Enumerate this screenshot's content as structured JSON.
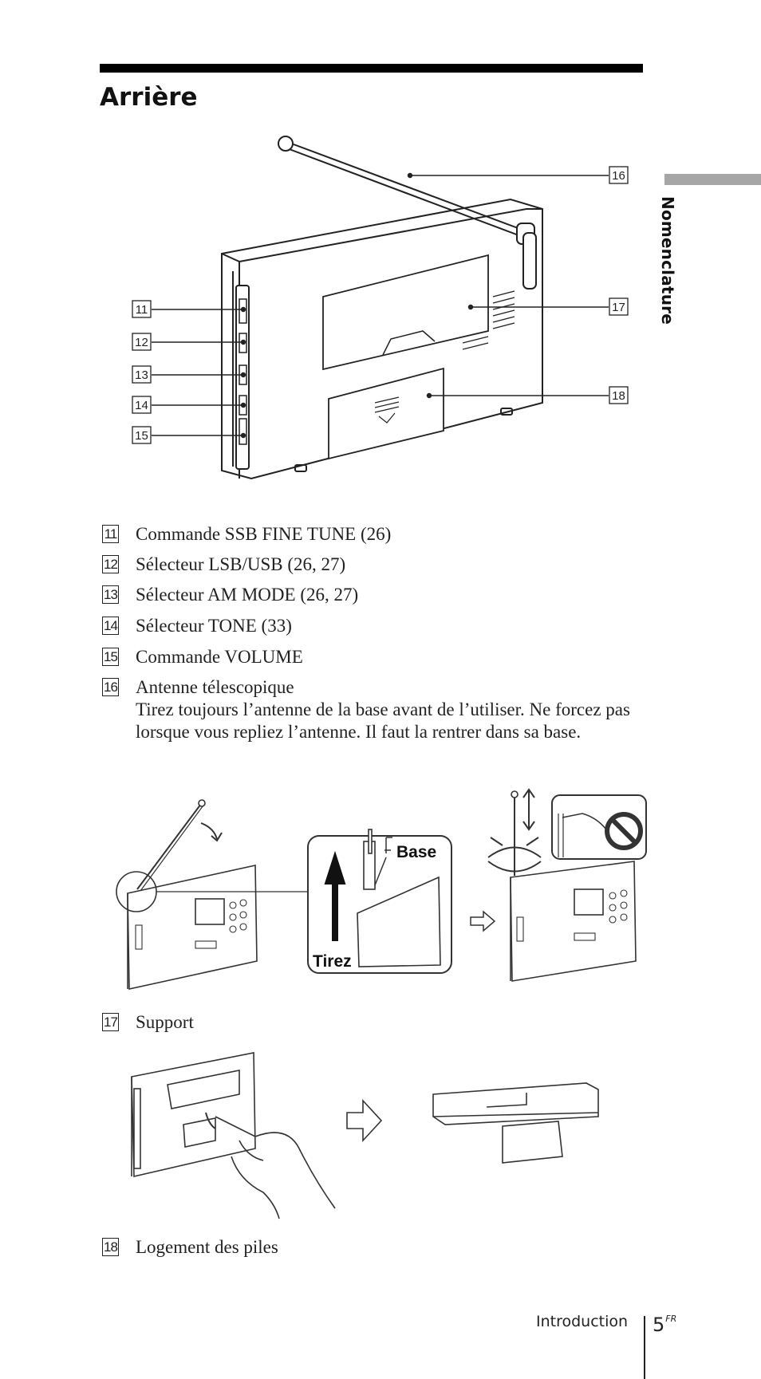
{
  "header": {
    "title": "Arrière"
  },
  "sidebar": {
    "label": "Nomenclature"
  },
  "diagram_rear": {
    "callouts": [
      "11",
      "12",
      "13",
      "14",
      "15",
      "16",
      "17",
      "18"
    ]
  },
  "items": [
    {
      "num": "11",
      "text": "Commande SSB FINE TUNE (26)"
    },
    {
      "num": "12",
      "text": "Sélecteur LSB/USB (26, 27)"
    },
    {
      "num": "13",
      "text": "Sélecteur AM MODE (26, 27)"
    },
    {
      "num": "14",
      "text": "Sélecteur TONE (33)"
    },
    {
      "num": "15",
      "text": "Commande VOLUME"
    },
    {
      "num": "16",
      "text": "Antenne télescopique",
      "desc": "Tirez toujours l’antenne de la base avant de l’utiliser. Ne forcez pas lorsque vous repliez l’antenne. Il faut la rentrer dans sa base."
    },
    {
      "num": "17",
      "text": "Support"
    },
    {
      "num": "18",
      "text": "Logement des piles"
    }
  ],
  "diagram_antenna": {
    "base_label": "Base",
    "pull_label": "Tirez"
  },
  "footer": {
    "section": "Introduction",
    "page": "5",
    "page_suffix": "FR"
  },
  "icons": [
    "prohibited-icon",
    "arrow-right-icon",
    "rotate-icon"
  ]
}
